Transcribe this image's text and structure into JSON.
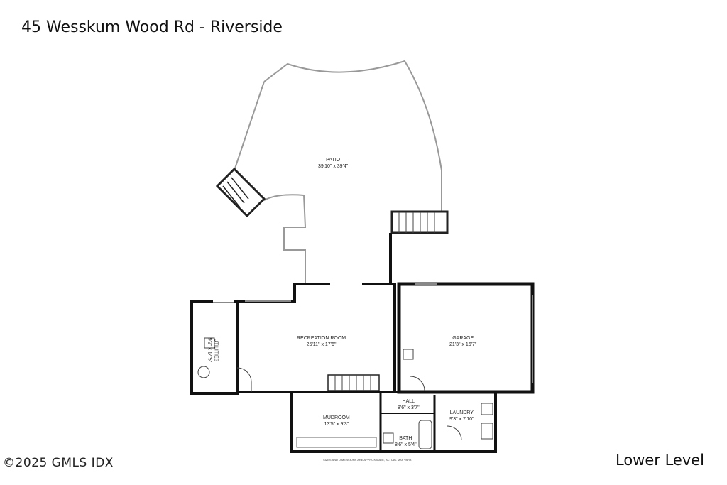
{
  "header": {
    "address": "45 Wesskum Wood Rd - Riverside"
  },
  "footer": {
    "level": "Lower Level",
    "copyright": "©2025 GMLS IDX",
    "disclaimer": "SIZES AND DIMENSIONS ARE APPROXIMATE, ACTUAL MAY VARY."
  },
  "rooms": {
    "patio": {
      "name": "PATIO",
      "dims": "39'10\" x 39'4\""
    },
    "recreation_room": {
      "name": "RECREATION ROOM",
      "dims": "25'11\" x 17'6\""
    },
    "garage": {
      "name": "GARAGE",
      "dims": "21'3\" x 16'7\""
    },
    "utilities": {
      "name": "UTILITIES",
      "dims": "9'2\" x 14'5\""
    },
    "hall": {
      "name": "HALL",
      "dims": "8'6\" x 3'7\""
    },
    "mudroom": {
      "name": "MUDROOM",
      "dims": "13'5\" x 9'3\""
    },
    "laundry": {
      "name": "LAUNDRY",
      "dims": "9'3\" x 7'10\""
    },
    "bath": {
      "name": "BATH",
      "dims": "8'6\" x 5'4\""
    }
  }
}
